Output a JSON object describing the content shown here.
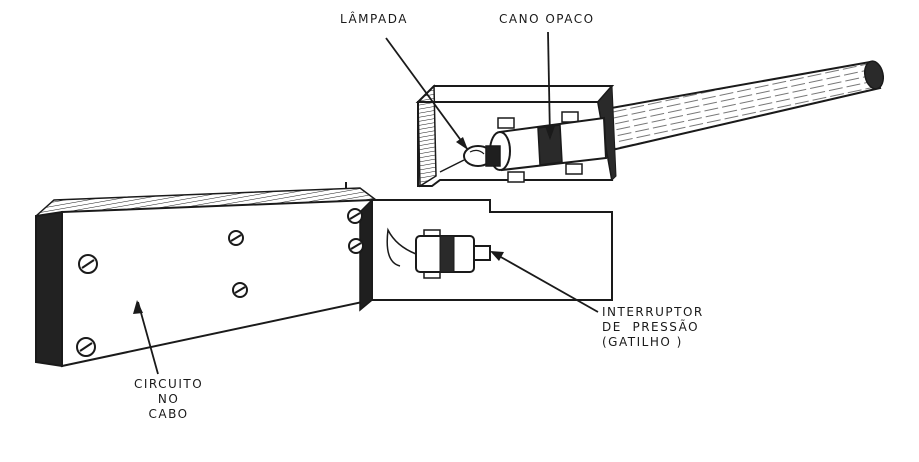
{
  "labels": {
    "lampada": "LÂMPADA",
    "cano_opaco": "CANO OPACO",
    "interruptor": [
      "INTERRUPTOR",
      "DE  PRESSÃO",
      "(GATILHO )"
    ],
    "circuito": [
      "CIRCUITO",
      "NO",
      "CABO"
    ]
  },
  "colors": {
    "ink": "#1a1a1a",
    "paper": "#ffffff",
    "shade": "#2a2a2a"
  }
}
